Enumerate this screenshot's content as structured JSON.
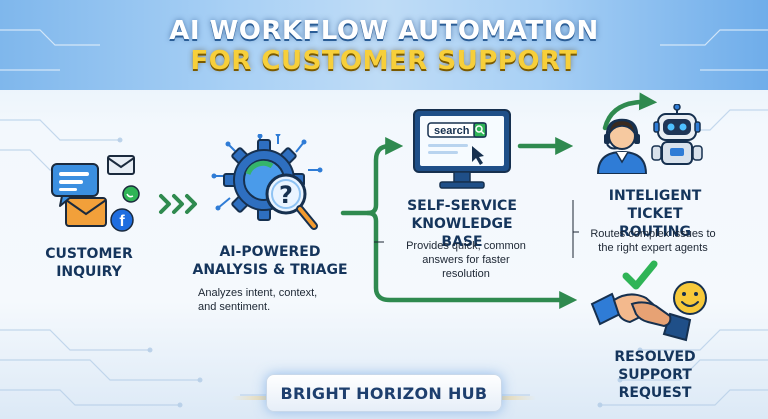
{
  "header": {
    "title_line1": "AI WORKFLOW AUTOMATION",
    "title_line2": "FOR CUSTOMER SUPPORT"
  },
  "stages": {
    "inquiry": {
      "title_line1": "CUSTOMER",
      "title_line2": "INQUIRY"
    },
    "analysis": {
      "title_line1": "AI-POWERED",
      "title_line2": "ANALYSIS & TRIAGE",
      "desc_line1": "Analyzes intent, context,",
      "desc_line2": "and sentiment."
    },
    "self_service": {
      "title_line1": "SELF-SERVICE",
      "title_line2": "KNOWLEDGE BASE",
      "desc_line1": "Provides quick, common",
      "desc_line2": "answers for faster",
      "desc_line3": "resolution",
      "search_label": "search"
    },
    "routing": {
      "title_line1": "INTELIGENT",
      "title_line2": "TICKET ROUTING",
      "desc_line1": "Routes complex issues to",
      "desc_line2": "the right expert agents"
    },
    "resolved": {
      "title_line1": "RESOLVED",
      "title_line2": "SUPPORT REQUEST"
    }
  },
  "footer": {
    "brand": "BRIGHT HORIZON HUB"
  },
  "colors": {
    "flow_green": "#2f8a4f",
    "accent_blue": "#2f7cd6",
    "title_yellow": "#f7cf3a",
    "dark_navy": "#15355c"
  },
  "icons": [
    "chat-bubble-icon",
    "envelope-icon",
    "facebook-icon",
    "whatsapp-icon",
    "chevron-arrows-icon",
    "gear-brain-icon",
    "magnifier-icon",
    "monitor-icon",
    "cursor-icon",
    "agent-headset-icon",
    "robot-icon",
    "handshake-icon",
    "checkmark-icon",
    "smiley-icon"
  ]
}
